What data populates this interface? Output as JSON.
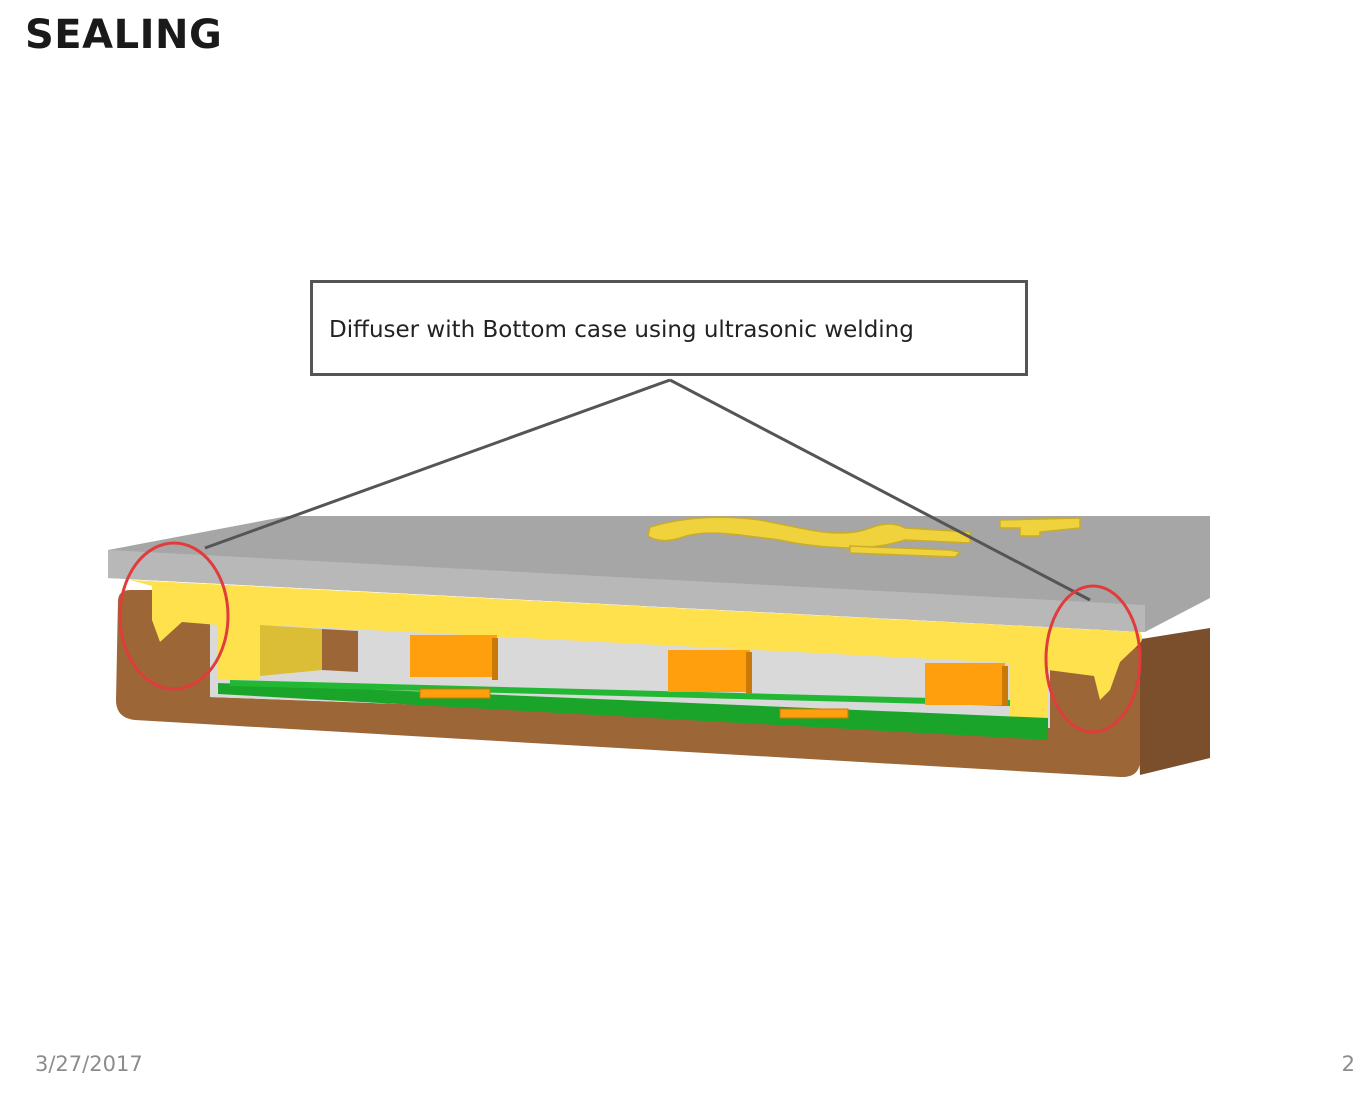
{
  "slide": {
    "title": "SEALING",
    "date": "3/27/2017",
    "page_number": "2"
  },
  "callout": {
    "text": "Diffuser with Bottom case using ultrasonic welding"
  },
  "colors": {
    "diffuser_top": "#a6a6a6",
    "diffuser_body": "#ffe14d",
    "bottom_case": "#9c6637",
    "pcb": "#1aa52a",
    "led": "#ff9f0d",
    "highlight_circle": "#e03c3c",
    "callout_line": "#555555"
  }
}
